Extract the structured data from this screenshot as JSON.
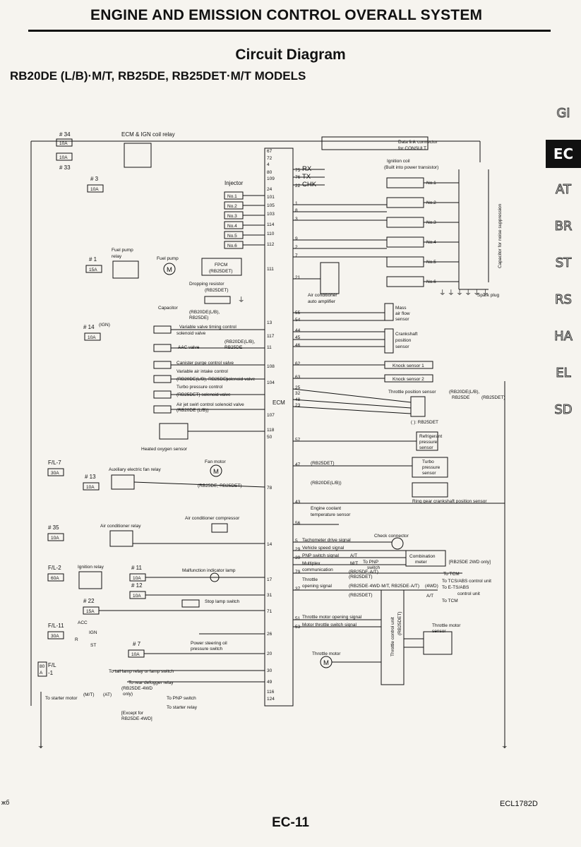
{
  "header": {
    "section_title": "ENGINE AND EMISSION CONTROL OVERALL SYSTEM",
    "diagram_title": "Circuit Diagram",
    "models": "RB20DE (L/B)·M/T, RB25DE, RB25DET·M/T MODELS"
  },
  "tabs": [
    "GI",
    "EC",
    "AT",
    "BR",
    "ST",
    "RS",
    "HA",
    "EL",
    "SD"
  ],
  "active_tab": "EC",
  "footer": {
    "diagram_code": "ECL1782D",
    "page_number": "EC-11",
    "margin_mark": "жб"
  },
  "fuses": {
    "f34": "# 34",
    "f33": "# 33",
    "f3": "# 3",
    "f1": "# 1",
    "f14": "# 14",
    "ign": "(IGN)",
    "f13": "# 13",
    "f35": "# 35",
    "f11": "# 11",
    "f12": "# 12",
    "f22": "# 22",
    "f7": "# 7",
    "fl7": "F/L-7",
    "fl2": "F/L-2",
    "fl11": "F/L-11",
    "fl": "F/L",
    "fl_1": "-1",
    "a10": "10A",
    "a15": "15A",
    "a30": "30A",
    "a60": "60A",
    "a80": "80",
    "aA": "A"
  },
  "left_labels": {
    "ecm_relay": "ECM & IGN coil relay",
    "injector": "Injector",
    "inj1": "No.1",
    "inj2": "No.2",
    "inj3": "No.3",
    "inj4": "No.4",
    "inj5": "No.5",
    "inj6": "No.6",
    "fuel_pump_relay": "Fuel pump",
    "relay": "relay",
    "fuel_pump": "Fuel pump",
    "fpcm": "FPCM",
    "fpcm_model": "(RB25DET)",
    "dropping_resistor": "Dropping resistor",
    "rb25det": "(RB25DET)",
    "capacitor": "Capacitor",
    "rb20de_lb": "(RB20DE(L/B),",
    "rb25de": "RB25DE)",
    "vvt": "Variable valve timing control",
    "solenoid_valve": "solenoid valve",
    "aac_valve": "AAC valve",
    "aac_note1": "(RB20DE(L/B),",
    "aac_note2": "RB25DE",
    "canister": "Canister purge control valve",
    "var_intake": "Variable air intake control",
    "var_intake_models": "(RB20DE(L/B), RB25DE)",
    "sv": "solenoid valve",
    "turbo_pressure": "Turbo pressure control",
    "turbo_sv": "(RB25DET) solenoid valve",
    "air_jet": "Air jet swirl control solenoid valve",
    "air_jet_models": "(RB20DE (L/B))",
    "ho2s": "Heated oxygen sensor",
    "fan_motor": "Fan motor",
    "aux_fan_relay": "Auxiliary electric fan relay",
    "fan_note": "(RB25DE, RB25DET)",
    "ac_compressor": "Air conditioner compressor",
    "ac_relay": "Air conditioner relay",
    "ignition_relay": "Ignition relay",
    "mil": "Malfunction indicator lamp",
    "stop_lamp": "Stop lamp switch",
    "acc": "ACC",
    "ign_sw": "IGN",
    "st": "ST",
    "r": "R",
    "ps_switch": "Power steering oil",
    "ps_switch2": "pressure switch",
    "tail_lamp": "To tail lamp relay or lamp switch",
    "rear_defogger": "To rear defogger relay",
    "rb25de_4wd": "(RB25DE·4WD",
    "only": "only)",
    "to_starter_motor": "To starter motor",
    "mt": "(M/T)",
    "at": "(AT)",
    "to_pnp": "To PNP switch",
    "to_starter_relay": "To starter relay",
    "except_for": "[Except for",
    "except_model": "RB25DE·4WD]"
  },
  "ecm": {
    "label": "ECM",
    "left_terminals": [
      "67",
      "72",
      "4",
      "80",
      "109",
      "24",
      "101",
      "105",
      "103",
      "114",
      "110",
      "112",
      "111",
      "13",
      "117",
      "11",
      "108",
      "104",
      "107",
      "118",
      "50",
      "78",
      "14",
      "17",
      "31",
      "71",
      "26",
      "20",
      "30",
      "49",
      "116",
      "124"
    ],
    "right_terminals": [
      "75",
      "76",
      "22",
      "1",
      "8",
      "3",
      "9",
      "2",
      "7",
      "21",
      "55",
      "54",
      "44",
      "45",
      "46",
      "62",
      "63",
      "25",
      "32",
      "48",
      "23",
      "57",
      "47",
      "43",
      "56",
      "5",
      "29",
      "39",
      "79",
      "37",
      "51",
      "53"
    ]
  },
  "right_labels": {
    "rx": "RX",
    "tx": "TX",
    "chk": "CHK",
    "dlc": "Data link connector",
    "dlc2": "for CONSULT",
    "ign_coil": "Ignition coil",
    "ign_coil2": "(Built into power transistor)",
    "coil_no": [
      "No.1",
      "No.2",
      "No.3",
      "No.4",
      "No.5",
      "No.6"
    ],
    "noise_cap": "Capacitor for noise suppression",
    "spark_plug": "Spark plug",
    "ac_amp": "Air conditioner",
    "ac_amp2": "auto amplifier",
    "maf": "Mass",
    "maf2": "air flow",
    "maf3": "sensor",
    "ckp": "Crankshaft",
    "ckp2": "position",
    "ckp3": "sensor",
    "knock1": "Knock sensor 1",
    "knock2": "Knock sensor 2",
    "tps": "Throttle position sensor",
    "tps_models": "(RB20DE(L/B),",
    "tps_models2": "RB25DE",
    "tps_det": "(RB25DET)",
    "rb25det_paren": "( ): RB25DET",
    "refrigerant": "Refrigerant",
    "refrigerant2": "pressure",
    "refrigerant3": "sensor",
    "turbo": "Turbo",
    "turbo2": "pressure",
    "turbo3": "sensor",
    "rb25det_tag": "(RB25DET)",
    "rb20de_tag": "(RB20DE(L/B))",
    "ring_gear": "Ring gear crankshaft position sensor",
    "ect": "Engine coolant",
    "ect2": "temperature sensor",
    "check_connector": "Check connector",
    "tach": "Tachometer drive signal",
    "vss": "Vehicle speed signal",
    "pnp": "PNP switch signal",
    "at_tag": "A/T",
    "mt_tag": "M/T",
    "to_pnp_switch": "To PNP",
    "switch": "switch",
    "multiplex": "Multiplex",
    "communication": "communication",
    "rb25de_at": "(RB25DE·A/T)",
    "combination_meter": "Combination",
    "meter": "meter",
    "rb25de_2wd": "[RB25DE 2WD only]",
    "to_tcm": "To TCM",
    "throttle_opening": "Throttle",
    "opening_signal": "opening signal",
    "rb25det_short": "(RB25DET)",
    "models_4wd": "(RB25DE·4WD·M/T, RB25DE·A/T)",
    "wd4": "(4WD)",
    "to_tcs": "To TCS/ABS control unit",
    "to_ets": "To E-TS/ABS",
    "control_unit": "control unit",
    "at2": "A/T",
    "to_tcm2": "To TCM",
    "tmo": "Throttle motor opening signal",
    "tms": "Motor throttle switch signal",
    "tcu": "Throttle control unit",
    "tcu_model": "(RB25DET)",
    "throttle_motor": "Throttle motor",
    "throttle_motor_sensor": "Throttle motor",
    "throttle_motor_sensor2": "sensor"
  }
}
